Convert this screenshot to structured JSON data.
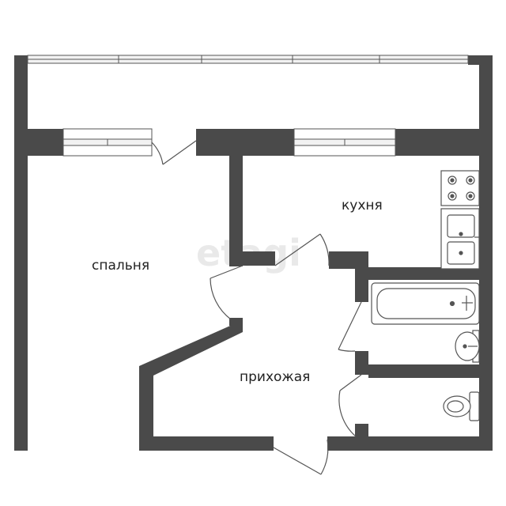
{
  "plan": {
    "watermark": "etagi",
    "rooms": {
      "bedroom": "спальня",
      "kitchen": "кухня",
      "hallway": "прихожая"
    }
  },
  "colors": {
    "wall": "#4a4a4a",
    "fixture_stroke": "#555555",
    "fixture_fill": "#ffffff",
    "window_fill": "#f2f2f2"
  }
}
